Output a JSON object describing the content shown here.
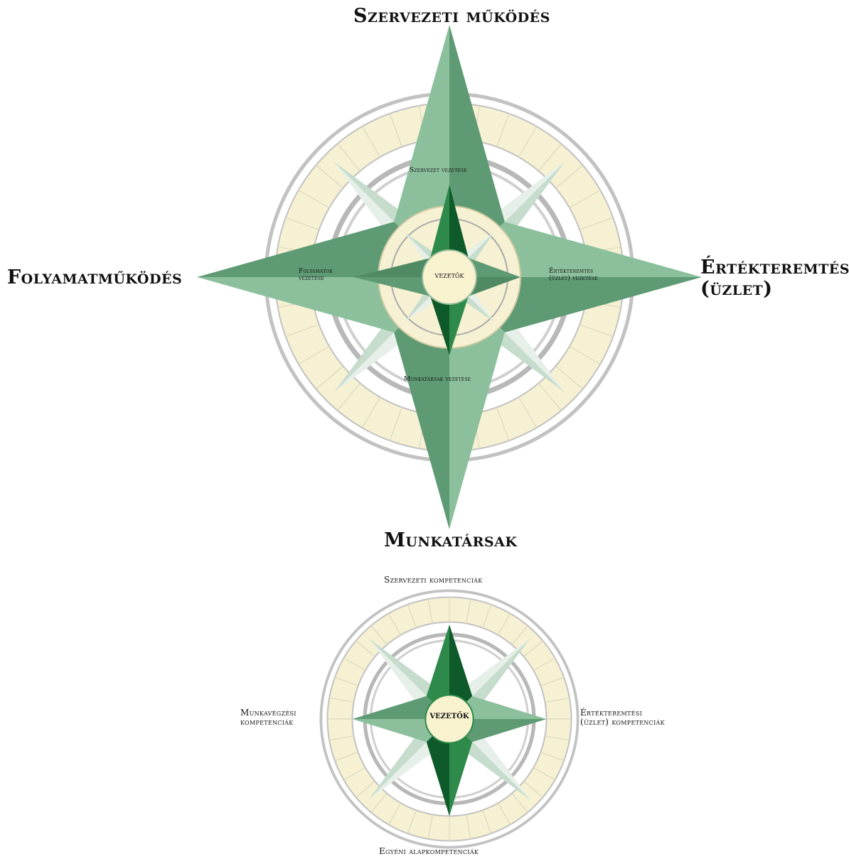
{
  "colors": {
    "main_light": "#8cc09d",
    "main_dark": "#5e9a73",
    "inner_light": "#2e8a4a",
    "inner_dark": "#0f5a2a",
    "diag_light": "#e6efe8",
    "diag_dark": "#c6dccd",
    "ring_fill": "#f6f1d2",
    "ring_stroke": "#c2c2c2",
    "center_fill": "#f8f2cf"
  },
  "compass_large": {
    "north": "Szervezeti működés",
    "south": "Munkatársak",
    "west": "Folyamatműködés",
    "east_line1": "Értékteremtés",
    "east_line2": "(üzlet)",
    "inner_north": "Szervezet vezetése",
    "inner_south": "Munkatársak vezetése",
    "inner_west_line1": "Folyamatok",
    "inner_west_line2": "vezetése",
    "inner_east_line1": "Értékteremtés",
    "inner_east_line2": "(üzlet) vezetése",
    "center": "vezetők"
  },
  "compass_small": {
    "north": "Szervezeti kompetenciák",
    "south": "Egyéni alapkompetenciák",
    "west_line1": "Munkavégzési",
    "west_line2": "kompetenciák",
    "east_line1": "Értékteremtési",
    "east_line2": "(üzlet) kompetenciák",
    "center": "vezetők"
  }
}
